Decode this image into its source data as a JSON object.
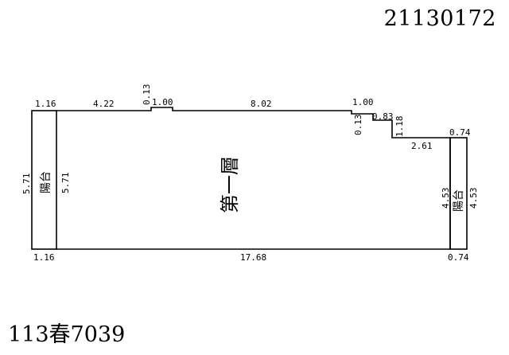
{
  "header": {
    "document_number": "21130172"
  },
  "footer": {
    "case_number": "113春7039"
  },
  "plan": {
    "floor_label": "第一層",
    "balcony_left": {
      "label": "陽台",
      "outer_height": "5.71",
      "inner_height": "5.71"
    },
    "balcony_right": {
      "label": "陽台",
      "inner_height": "4.53",
      "outer_height": "4.53"
    },
    "top_dims": {
      "left_balcony_width": "1.16",
      "segment_1": "4.22",
      "notch_depth": "0.13",
      "notch_width": "1.00",
      "segment_2": "8.02",
      "step_width": "1.00",
      "step_depth_1": "0.13",
      "step_width_2": "0.83",
      "step_depth_2": "1.18",
      "segment_3": "2.61",
      "right_balcony_width": "0.74"
    },
    "bottom_dims": {
      "left_balcony_width": "1.16",
      "main_length": "17.68",
      "right_balcony_width": "0.74"
    }
  }
}
